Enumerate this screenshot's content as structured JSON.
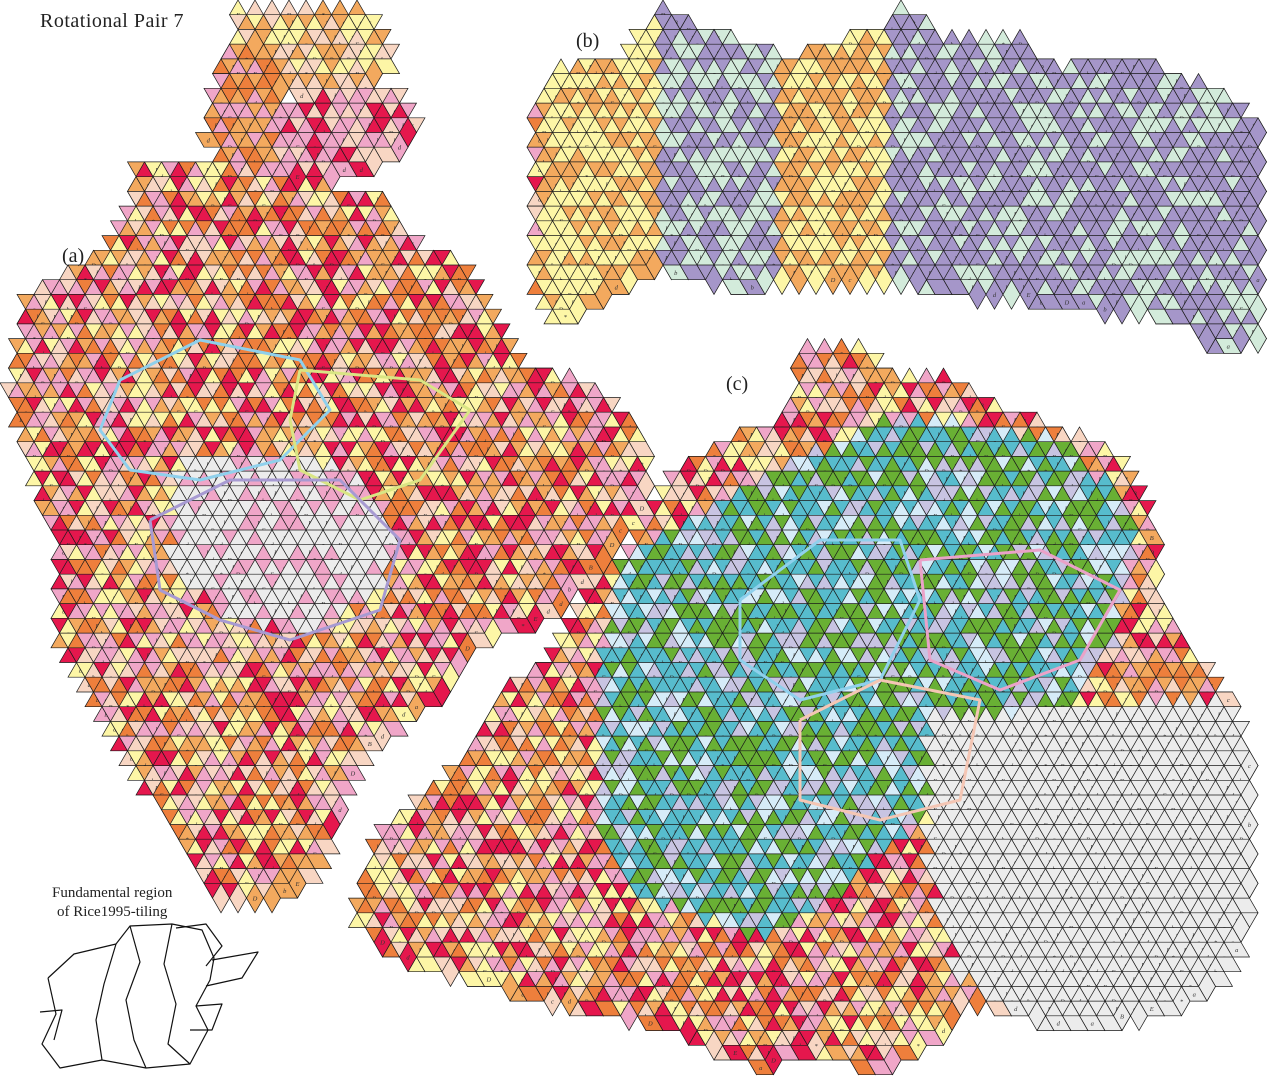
{
  "title": "Rotational Pair 7",
  "panels": {
    "a": {
      "label": "(a)"
    },
    "b": {
      "label": "(b)"
    },
    "c": {
      "label": "(c)"
    }
  },
  "fundamental_region": {
    "caption_line1": "Fundamental region",
    "caption_line2": "of Rice1995-tiling"
  },
  "colors": {
    "yellow": "#fdf6a6",
    "light_orange": "#f3a95e",
    "orange": "#ee7f3c",
    "pink": "#f0a6c8",
    "crimson": "#e5174d",
    "peach": "#f8d6c3",
    "purple": "#a596c9",
    "mint": "#d3ebdb",
    "green": "#69b034",
    "teal": "#57bccd",
    "ice": "#d6ecf8",
    "lavender": "#c8c4e2",
    "grey": "#ececec",
    "outline_blue": "#8fd0ec",
    "outline_lime": "#d9e584",
    "outline_violet": "#a79ad2",
    "outline_pink": "#eaa2c8",
    "outline_peach": "#f4c6b4"
  },
  "glyphs": [
    "a",
    "b",
    "c",
    "d",
    "D",
    "E",
    "B",
    "*"
  ]
}
